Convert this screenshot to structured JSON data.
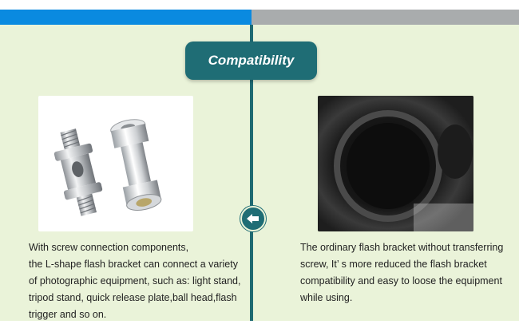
{
  "header": {
    "left_color": "#0a8ae0",
    "right_color": "#a9acad"
  },
  "title": "Compatibility",
  "accent_color": "#1f6d75",
  "left_panel": {
    "image": "steel-screw-adapters-photo",
    "lines": [
      "With screw connection components,",
      "the L-shape flash bracket can connect a variety",
      "of photographic equipment, such as: light stand,",
      "tripod stand, quick release plate,ball head,flash",
      "trigger and so on."
    ]
  },
  "right_panel": {
    "image": "ordinary-bracket-hole-closeup-photo",
    "lines": [
      "The ordinary flash bracket without transferring",
      "screw, It’ s more reduced the flash bracket",
      "compatibility and easy to loose the equipment",
      "while using."
    ]
  },
  "divider_icon": "arrow-left-icon"
}
